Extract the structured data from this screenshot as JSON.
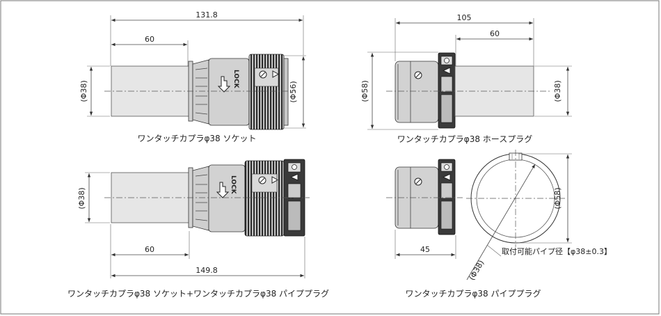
{
  "views": {
    "socket": {
      "caption": "ワンタッチカプラφ38 ソケット",
      "dim_total": "131.8",
      "dim_pipe": "60",
      "dim_left_dia": "(Φ38)",
      "dim_right_dia": "(Φ56)",
      "lock_label": "LOCK"
    },
    "hose_plug": {
      "caption": "ワンタッチカプラφ38 ホースプラグ",
      "dim_total": "105",
      "dim_pipe": "60",
      "dim_left_dia": "(Φ58)",
      "dim_right_dia": "(Φ38)"
    },
    "combo": {
      "caption": "ワンタッチカプラφ38 ソケット+ワンタッチカプラφ38 パイププラグ",
      "dim_total": "149.8",
      "dim_pipe": "60",
      "dim_left_dia": "(Φ38)",
      "lock_label": "LOCK"
    },
    "pipe_plug": {
      "caption": "ワンタッチカプラφ38 パイププラグ",
      "dim_len": "45",
      "dim_right_dia": "(Φ58)",
      "dim_diag": "(Φ38)",
      "note": "取付可能パイプ径【φ38±0.3】"
    }
  }
}
